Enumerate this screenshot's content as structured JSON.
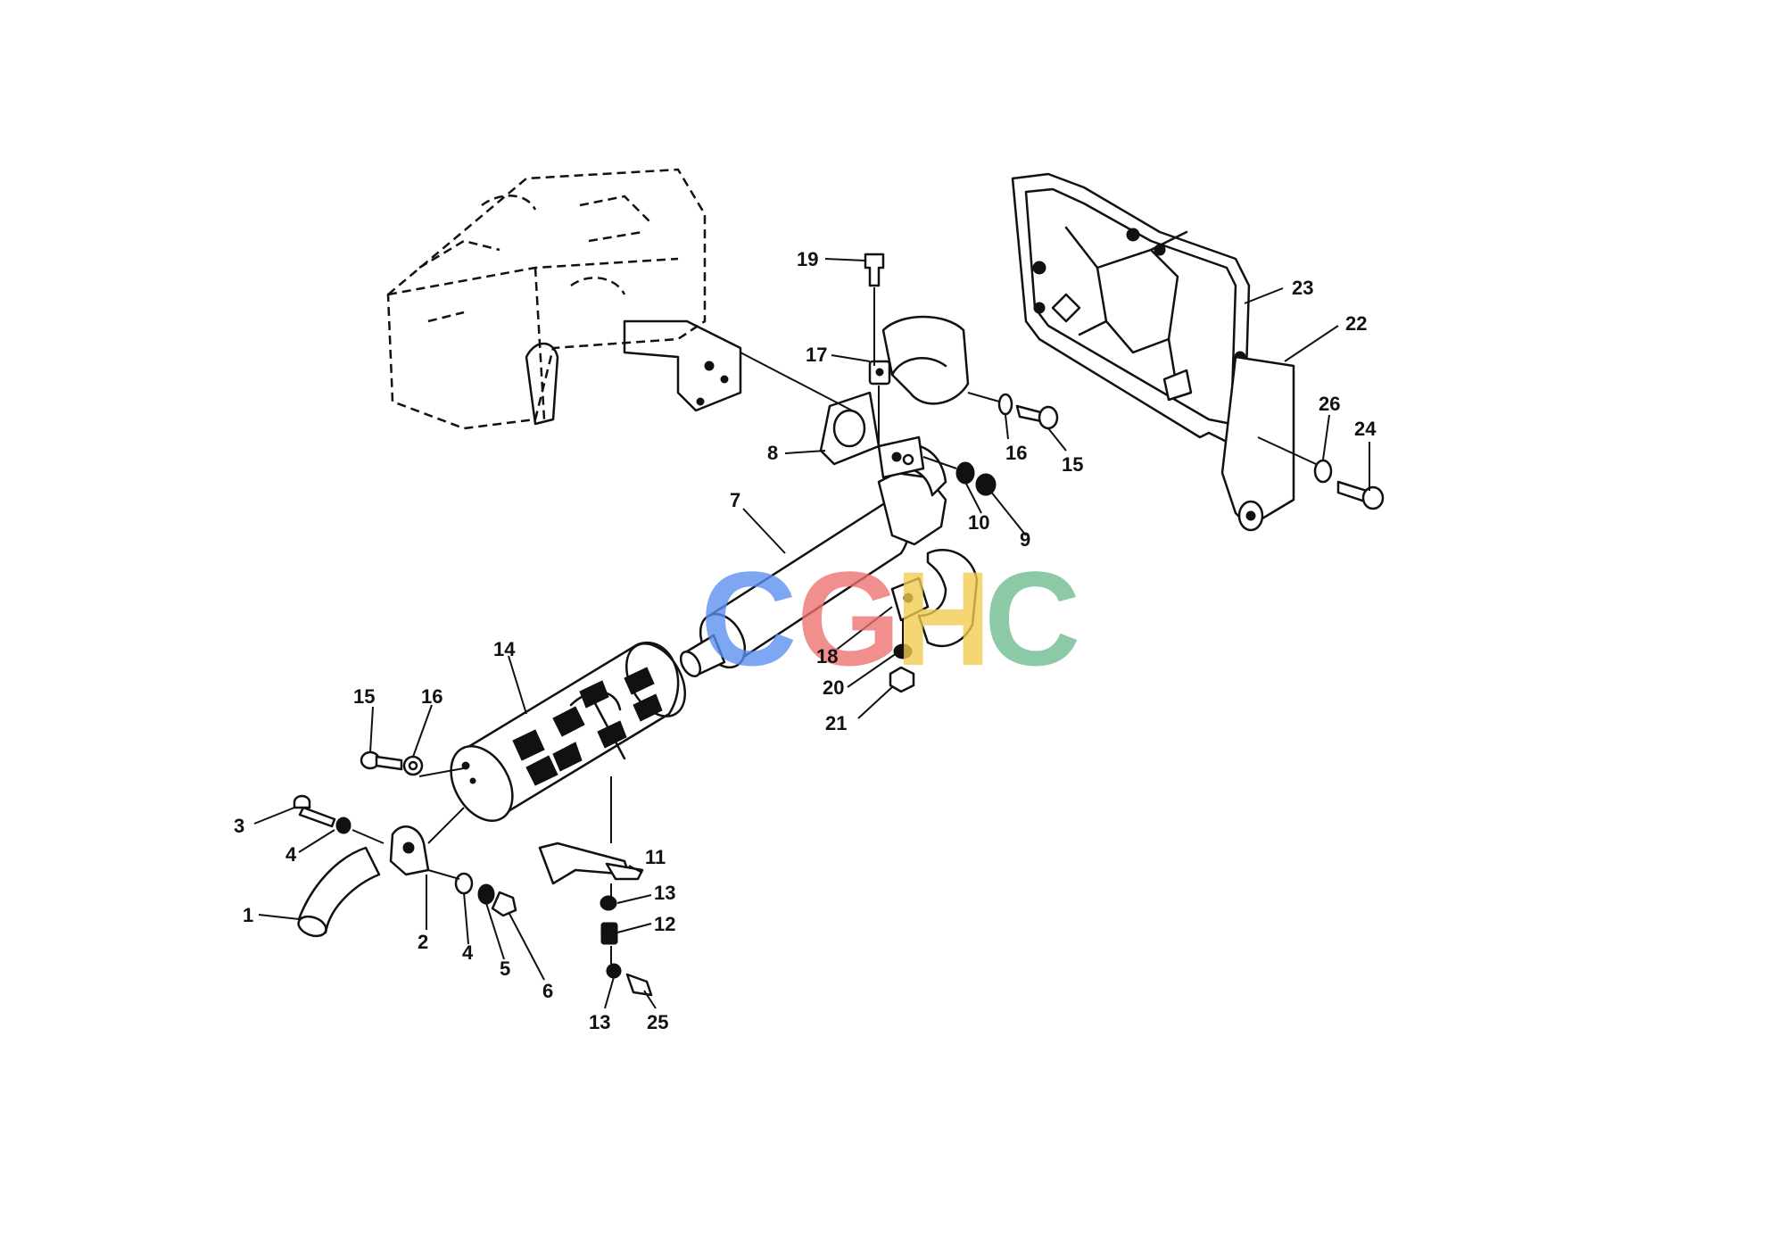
{
  "callouts": [
    {
      "n": "1"
    },
    {
      "n": "2"
    },
    {
      "n": "3"
    },
    {
      "n": "4"
    },
    {
      "n": "4"
    },
    {
      "n": "5"
    },
    {
      "n": "6"
    },
    {
      "n": "7"
    },
    {
      "n": "8"
    },
    {
      "n": "9"
    },
    {
      "n": "10"
    },
    {
      "n": "11"
    },
    {
      "n": "12"
    },
    {
      "n": "13"
    },
    {
      "n": "13"
    },
    {
      "n": "14"
    },
    {
      "n": "15"
    },
    {
      "n": "15"
    },
    {
      "n": "16"
    },
    {
      "n": "16"
    },
    {
      "n": "17"
    },
    {
      "n": "18"
    },
    {
      "n": "19"
    },
    {
      "n": "20"
    },
    {
      "n": "21"
    },
    {
      "n": "22"
    },
    {
      "n": "23"
    },
    {
      "n": "24"
    },
    {
      "n": "25"
    },
    {
      "n": "26"
    }
  ],
  "watermark": {
    "letters": [
      "C",
      "G",
      "H",
      "C"
    ],
    "colors": [
      "#5b8ff0",
      "#ee6f6f",
      "#f2cc4e",
      "#6cba8c"
    ]
  }
}
